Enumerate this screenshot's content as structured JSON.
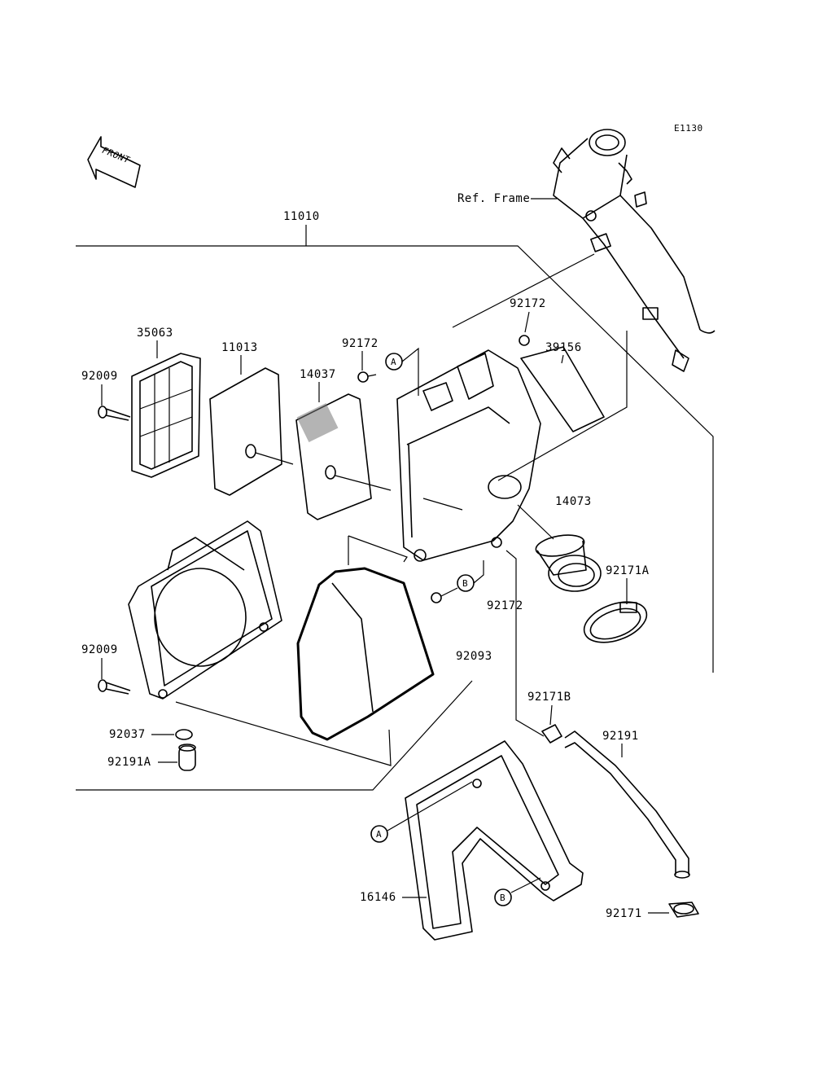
{
  "diagram": {
    "code": "E1130",
    "front_label": "FRONT",
    "ref_frame": "Ref. Frame",
    "parts": {
      "p11010": "11010",
      "p35063": "35063",
      "p11013": "11013",
      "p14037": "14037",
      "p92172_top": "92172",
      "p92172_mid": "92172",
      "p92172_b": "92172",
      "p39156": "39156",
      "p92009_top": "92009",
      "p92009_bot": "92009",
      "p14073": "14073",
      "p92171A": "92171A",
      "p92093": "92093",
      "p92171B": "92171B",
      "p92037": "92037",
      "p92191A": "92191A",
      "p92191": "92191",
      "p16146": "16146",
      "p92171": "92171"
    },
    "callouts": {
      "a_top": "A",
      "b_mid": "B",
      "a_bot": "A",
      "b_bot": "B"
    }
  }
}
